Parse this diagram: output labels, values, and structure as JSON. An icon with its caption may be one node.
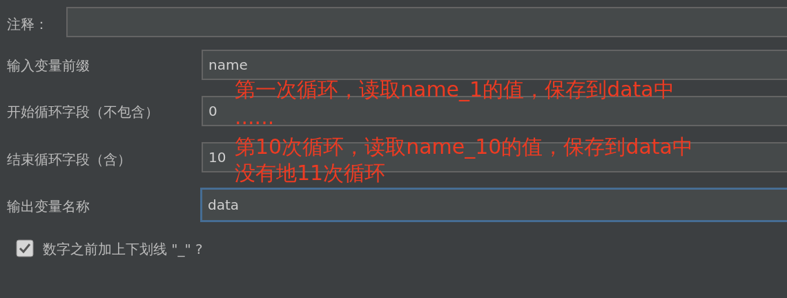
{
  "diagram": {
    "labels": [
      "注释：",
      "输入变量前缀",
      "name",
      "第一次循环，读取name_1的值，保存到data中",
      "开始循环字段（不包含）",
      "0",
      "......",
      "第10次循环，读取name_10的值，保存到data中",
      "结束循环字段（含）",
      "10",
      "没有地11次循环",
      "输出变量名称",
      "data",
      "数字之前加上下划线 \"_\" ?"
    ]
  }
}
